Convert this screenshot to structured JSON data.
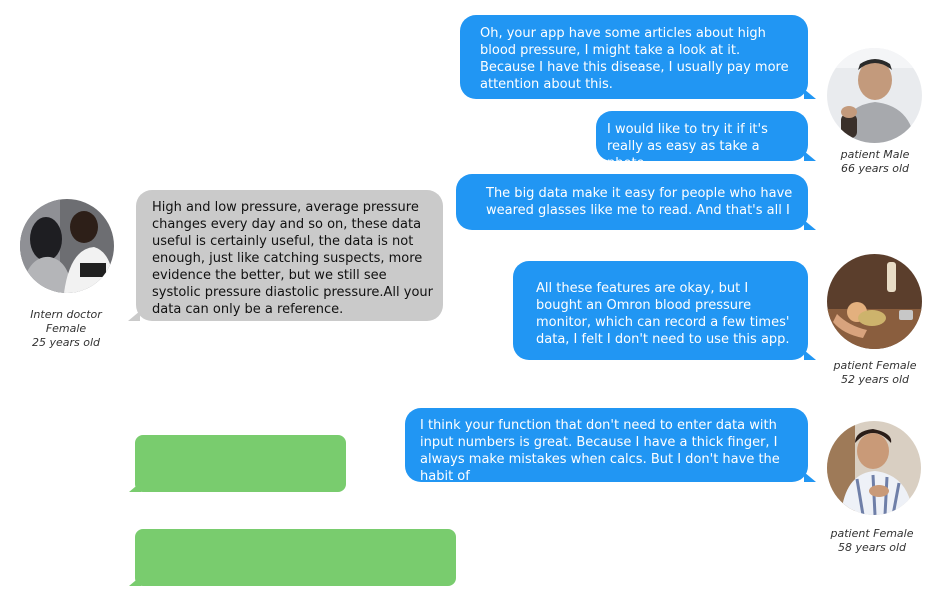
{
  "messages": {
    "m1": "Oh, your app have some articles about high blood pressure, I might take a look at it. Because I have this disease, I usually pay more attention about this.",
    "m2": "I would like to try it if it's really as easy as take a photo.",
    "m3": "The big data make it easy for people who have weared glasses like me to read. And that's all I",
    "m4": "High and low pressure, average pressure changes every day and so on, these data useful is certainly useful, the data is not enough, just like catching suspects, more evidence the better, but we still see systolic pressure diastolic pressure.All your data can only be a reference.",
    "m5": "All these features are okay, but I bought an Omron blood pressure monitor, which can record a few times' data, I felt I don't need to use this app.",
    "m6": "I think your function that don't need to enter data with input numbers is great. Because I have a thick finger, I always make mistakes when calcs. But I don't have the habit of"
  },
  "people": {
    "p1": {
      "line1": "patient Male",
      "line2": "66 years old"
    },
    "doctor": {
      "line1": "Intern doctor",
      "line2": "Female",
      "line3": "25 years old"
    },
    "p2": {
      "line1": "patient Female",
      "line2": "52 years old"
    },
    "p3": {
      "line1": "patient Female",
      "line2": "58 years old"
    }
  },
  "colors": {
    "blue_bubble": "#2196f3",
    "gray_bubble": "#cacaca",
    "green_bubble": "#79cc6e"
  }
}
